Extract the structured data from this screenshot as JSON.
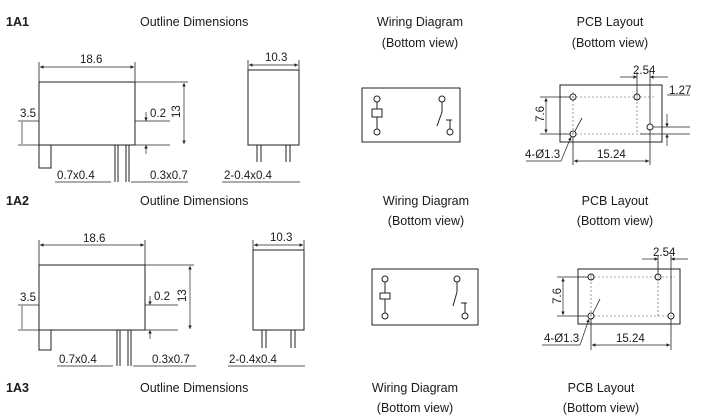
{
  "sections": [
    {
      "model": "1A1",
      "outline_title": "Outline Dimensions",
      "wiring_title": "Wiring Diagram",
      "wiring_sub": "(Bottom view)",
      "pcb_title": "PCB Layout",
      "pcb_sub": "(Bottom view)",
      "dims": {
        "length": "18.6",
        "pin_offset": "3.5",
        "gap": "0.2",
        "height": "13",
        "pin_left": "0.7x0.4",
        "pin_right": "0.3x0.7",
        "width": "10.3",
        "side_pins": "2-0.4x0.4",
        "pcb_pitch_x": "2.54",
        "pcb_pitch_y": "1.27",
        "pcb_h": "7.6",
        "pcb_w": "15.24",
        "pcb_holes": "4-Ø1.3"
      }
    },
    {
      "model": "1A2",
      "outline_title": "Outline Dimensions",
      "wiring_title": "Wiring Diagram",
      "wiring_sub": "(Bottom view)",
      "pcb_title": "PCB Layout",
      "pcb_sub": "(Bottom view)",
      "dims": {
        "length": "18.6",
        "pin_offset": "3.5",
        "gap": "0.2",
        "height": "13",
        "pin_left": "0.7x0.4",
        "pin_right": "0.3x0.7",
        "width": "10.3",
        "side_pins": "2-0.4x0.4",
        "pcb_pitch_x": "2.54",
        "pcb_h": "7.6",
        "pcb_w": "15.24",
        "pcb_holes": "4-Ø1.3"
      }
    },
    {
      "model": "1A3",
      "outline_title": "Outline Dimensions",
      "wiring_title": "Wiring Diagram",
      "wiring_sub": "(Bottom view)",
      "pcb_title": "PCB Layout",
      "pcb_sub": "(Bottom view)"
    }
  ]
}
